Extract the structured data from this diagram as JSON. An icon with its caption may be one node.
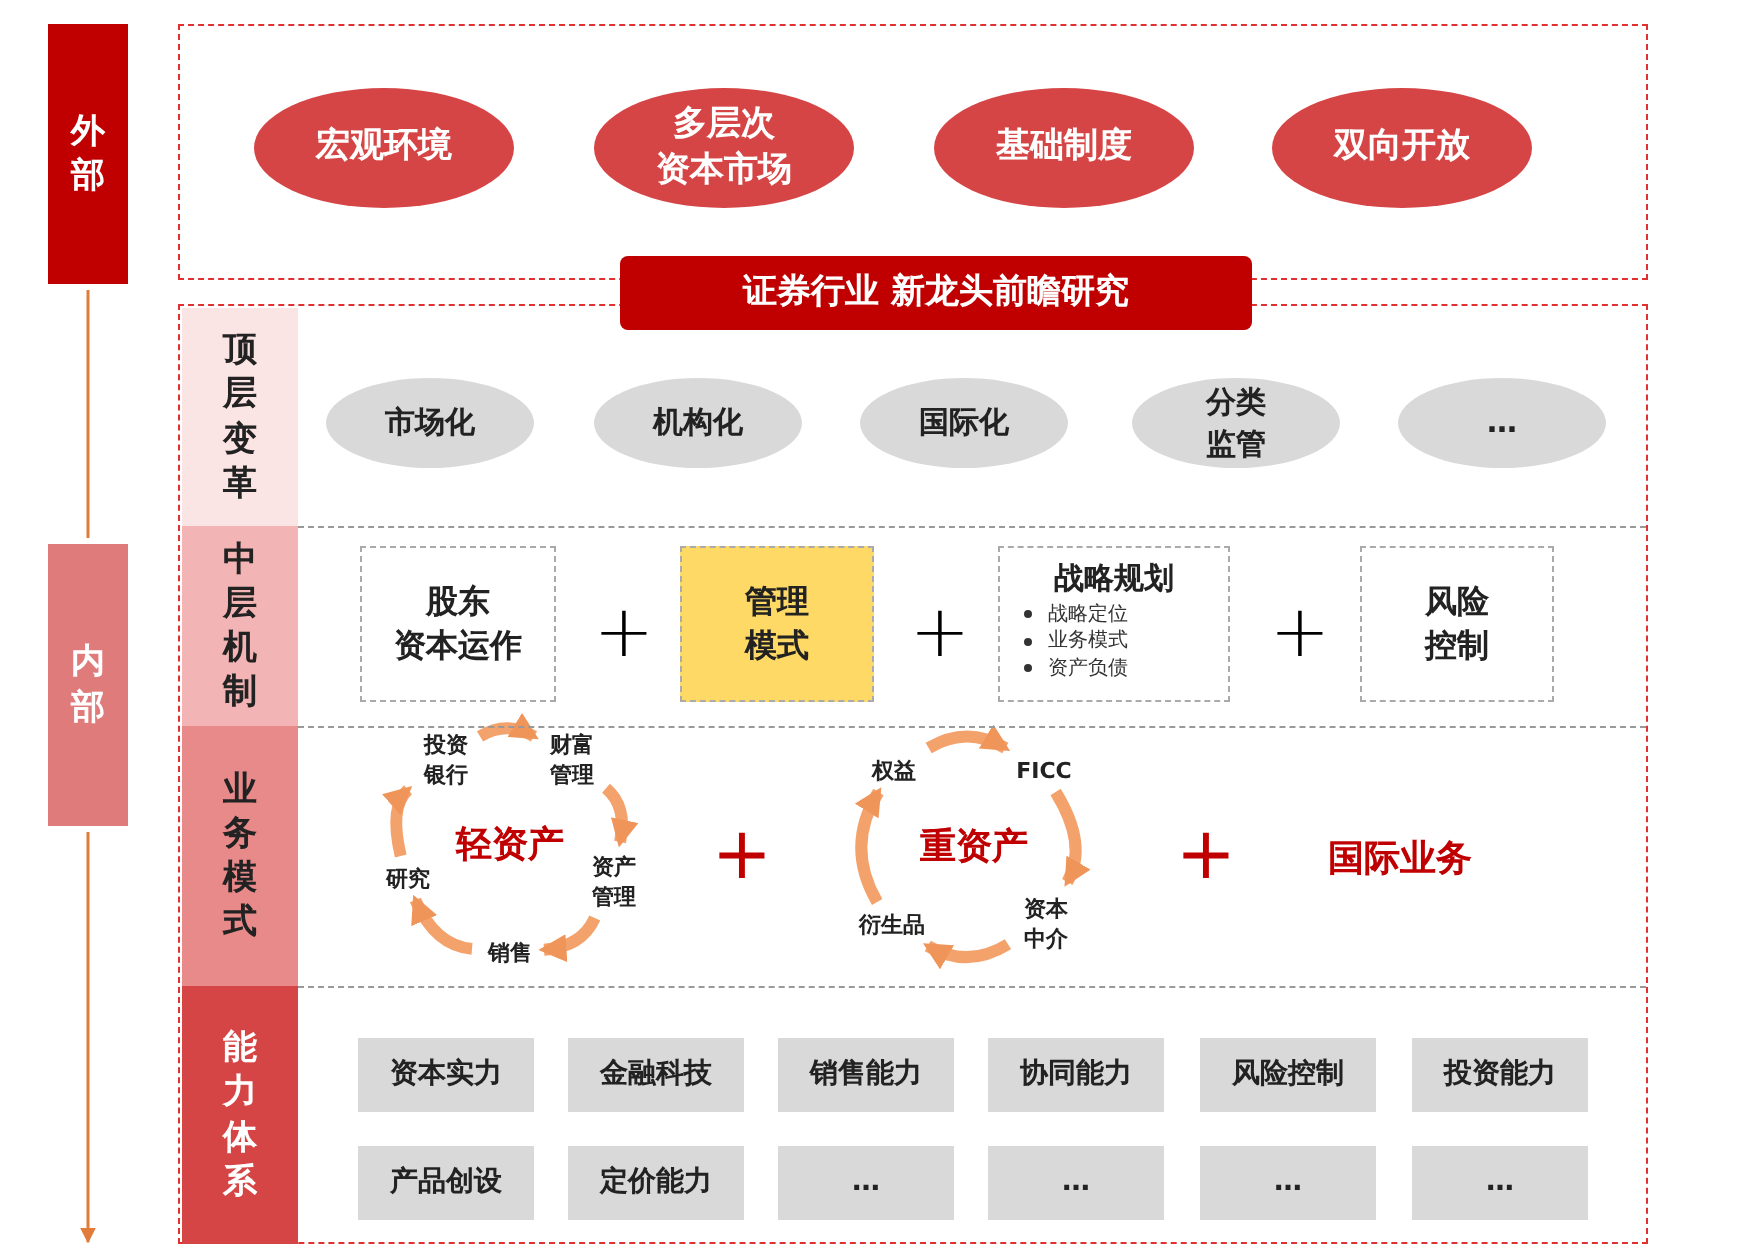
{
  "diagram": {
    "title": "证券行业 新龙头前瞻研究",
    "nodes": [
      {
        "text": [
          "外部"
        ]
      },
      {
        "text": [
          "内部"
        ]
      },
      {
        "text": [],
        "shape": "box"
      },
      {
        "text": [
          "宏观环境"
        ],
        "in": 2
      },
      {
        "text": [
          "多层次资本市场"
        ],
        "in": 2
      },
      {
        "text": [
          "基础制度"
        ],
        "in": 2
      },
      {
        "text": [
          "双向开放"
        ],
        "in": 2
      },
      {
        "text": [],
        "shape": "box"
      },
      {
        "text": [
          "顶层变革"
        ],
        "in": 7
      },
      {
        "text": [
          "市场化"
        ],
        "in": 7
      },
      {
        "text": [
          "机构化"
        ],
        "in": 7
      },
      {
        "text": [
          "国际化"
        ],
        "in": 7
      },
      {
        "text": [
          "分类监管"
        ],
        "in": 7
      },
      {
        "text": [
          "…"
        ],
        "in": 7
      },
      {
        "text": [
          "中层机制"
        ],
        "in": 7
      },
      {
        "text": [
          "股东资本运作"
        ],
        "in": 7
      },
      {
        "text": [
          "管理模式"
        ],
        "in": 7
      },
      {
        "text": [
          "战略规划",
          "战略定位",
          "业务模式",
          "资产负债"
        ],
        "in": 7
      },
      {
        "text": [
          "风险控制"
        ],
        "in": 7
      },
      {
        "text": [
          "业务模式"
        ],
        "in": 7
      },
      {
        "text": [
          "投资银行"
        ],
        "in": 7
      },
      {
        "text": [
          "财富管理"
        ],
        "in": 7
      },
      {
        "text": [
          "资产管理"
        ],
        "in": 7
      },
      {
        "text": [
          "销售"
        ],
        "in": 7
      },
      {
        "text": [
          "研究"
        ],
        "in": 7
      },
      {
        "text": [
          "权益"
        ],
        "in": 7
      },
      {
        "text": [
          "FICC"
        ],
        "in": 7
      },
      {
        "text": [
          "资本中介"
        ],
        "in": 7
      },
      {
        "text": [
          "衍生品"
        ],
        "in": 7
      },
      {
        "text": [
          "能力体系"
        ],
        "in": 7
      },
      {
        "text": [
          "资本实力"
        ],
        "in": 7
      },
      {
        "text": [
          "金融科技"
        ],
        "in": 7
      },
      {
        "text": [
          "销售能力"
        ],
        "in": 7
      },
      {
        "text": [
          "协同能力"
        ],
        "in": 7
      },
      {
        "text": [
          "风险控制"
        ],
        "in": 7
      },
      {
        "text": [
          "投资能力"
        ],
        "in": 7
      },
      {
        "text": [
          "产品创设"
        ],
        "in": 7
      },
      {
        "text": [
          "定价能力"
        ],
        "in": 7
      },
      {
        "text": [
          "…"
        ],
        "in": 7
      },
      {
        "text": [
          "…"
        ],
        "in": 7
      },
      {
        "text": [
          "…"
        ],
        "in": 7
      },
      {
        "text": [
          "…"
        ],
        "in": 7
      }
    ],
    "edges": [
      {
        "from": 0,
        "to": 1,
        "arrow": "none"
      },
      {
        "from": 1,
        "to": null,
        "arrow": "to"
      },
      {
        "from": 20,
        "to": 21,
        "arrow": "to"
      },
      {
        "from": 21,
        "to": 22,
        "arrow": "to"
      },
      {
        "from": 22,
        "to": 23,
        "arrow": "to"
      },
      {
        "from": 23,
        "to": 24,
        "arrow": "to"
      },
      {
        "from": 24,
        "to": 20,
        "arrow": "to"
      },
      {
        "from": 25,
        "to": 26,
        "arrow": "to"
      },
      {
        "from": 26,
        "to": 27,
        "arrow": "to"
      },
      {
        "from": 27,
        "to": 28,
        "arrow": "to"
      },
      {
        "from": 28,
        "to": 25,
        "arrow": "to"
      }
    ],
    "labels": [
      "+",
      "+",
      "+",
      "轻资产",
      "+",
      "重资产",
      "+",
      "国际业务"
    ]
  }
}
